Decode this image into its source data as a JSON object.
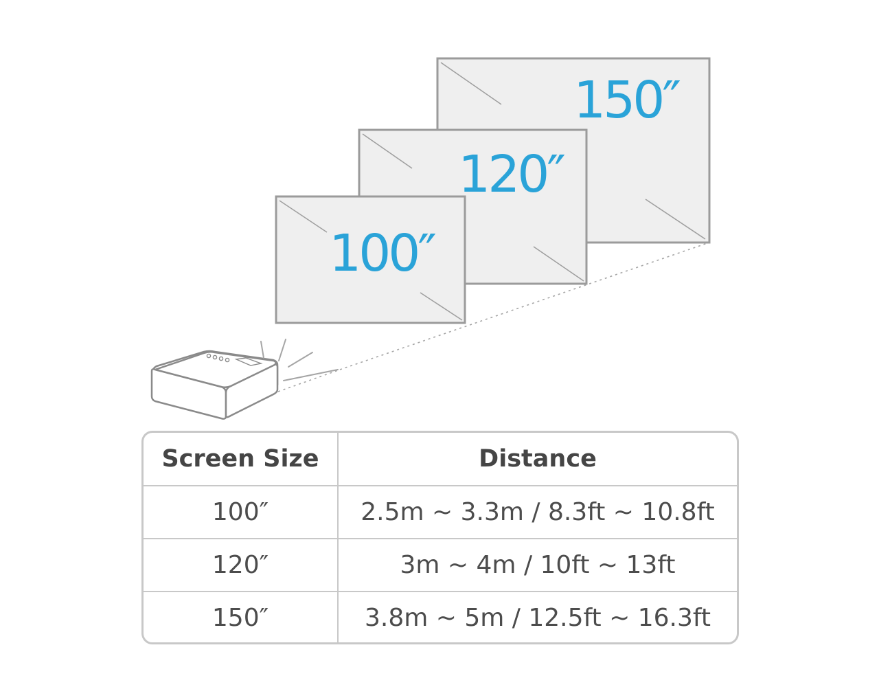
{
  "diagram": {
    "accent_color": "#2aa3d8",
    "screens": [
      {
        "label": "150″"
      },
      {
        "label": "120″"
      },
      {
        "label": "100″"
      }
    ],
    "device_icon": "projector-icon"
  },
  "table": {
    "headers": [
      "Screen Size",
      "Distance"
    ],
    "rows": [
      {
        "size": "100″",
        "distance": "2.5m ~ 3.3m / 8.3ft ~ 10.8ft"
      },
      {
        "size": "120″",
        "distance": "3m ~ 4m / 10ft ~ 13ft"
      },
      {
        "size": "150″",
        "distance": "3.8m ~ 5m / 12.5ft ~ 16.3ft"
      }
    ]
  }
}
